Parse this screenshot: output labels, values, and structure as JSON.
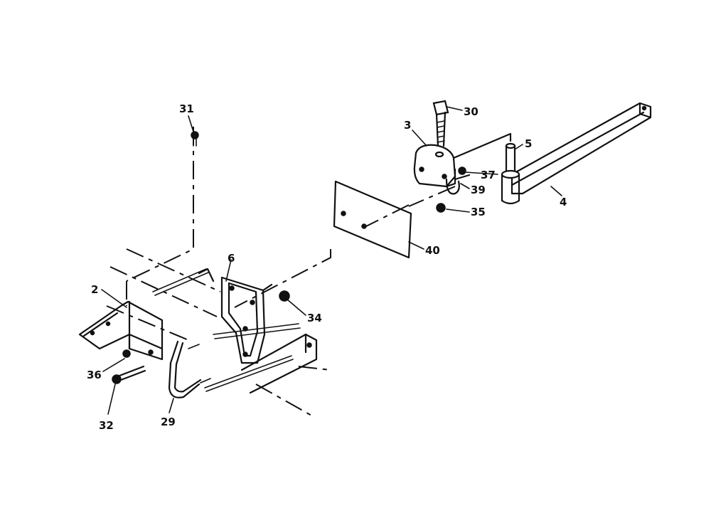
{
  "callouts": {
    "c2": "2",
    "c3": "3",
    "c4": "4",
    "c5": "5",
    "c6": "6",
    "c29": "29",
    "c30": "30",
    "c31": "31",
    "c32": "32",
    "c34": "34",
    "c35": "35",
    "c36": "36",
    "c37": "37",
    "c39": "39",
    "c40": "40"
  }
}
